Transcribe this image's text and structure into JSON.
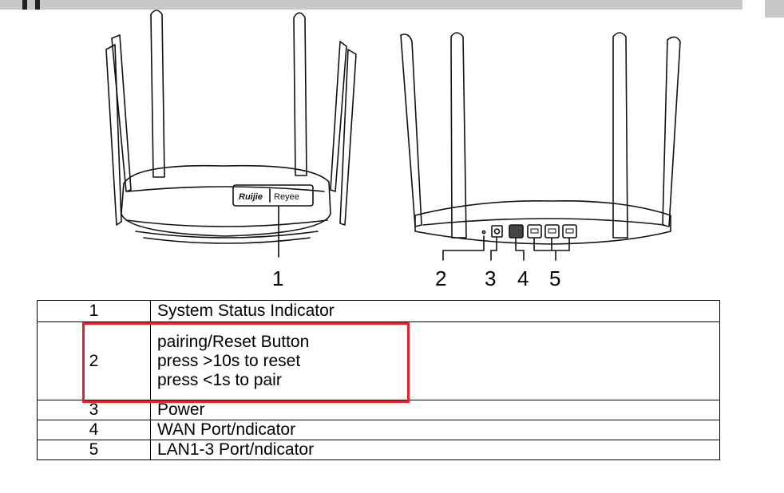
{
  "callouts": {
    "front": "1",
    "rear": [
      "2",
      "3",
      "4",
      "5"
    ]
  },
  "illustration": {
    "brand_left": "Ruijie",
    "brand_right": "Reyee"
  },
  "legend_table": {
    "rows": [
      {
        "number": "1",
        "lines": [
          "System Status Indicator"
        ]
      },
      {
        "number": "2",
        "lines": [
          "pairing/Reset Button",
          "press >10s to reset",
          "press <1s to pair"
        ]
      },
      {
        "number": "3",
        "lines": [
          "Power"
        ]
      },
      {
        "number": "4",
        "lines": [
          "WAN Port/ndicator"
        ]
      },
      {
        "number": "5",
        "lines": [
          "LAN1-3 Port/ndicator"
        ]
      }
    ]
  },
  "colors": {
    "highlight_border": "#e0242c",
    "header_band": "#c8c8c8"
  }
}
